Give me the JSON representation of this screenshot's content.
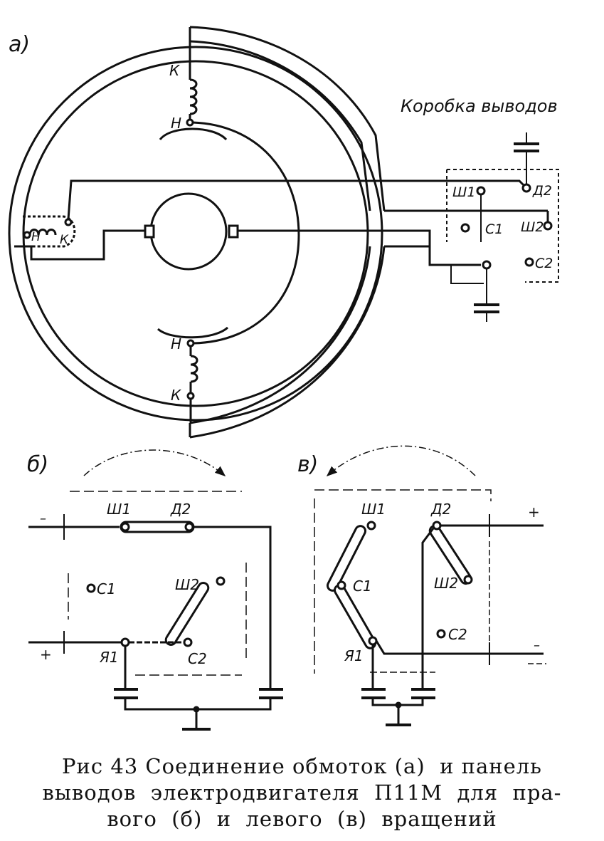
{
  "panel_a": {
    "label": "а)",
    "terminal_box_title": "Коробка выводов",
    "coil_end_top": "К",
    "coil_start_top": "Н",
    "coil_start_left": "Н",
    "coil_end_left": "К",
    "coil_start_bottom": "Н",
    "coil_end_bottom": "К",
    "t_sh1": "Ш1",
    "t_d2": "Д2",
    "t_c1": "С1",
    "t_sh2": "Ш2",
    "t_c2": "С2"
  },
  "panel_b": {
    "label": "б)",
    "t_sh1": "Ш1",
    "t_d2": "Д2",
    "t_c1": "С1",
    "t_sh2": "Ш2",
    "t_ya1": "Я1",
    "t_c2": "С2",
    "minus": "–",
    "plus": "+"
  },
  "panel_c": {
    "label": "в)",
    "t_sh1": "Ш1",
    "t_d2": "Д2",
    "t_c1": "С1",
    "t_sh2": "Ш2",
    "t_ya1": "Я1",
    "t_c2": "С2",
    "plus": "+",
    "minus": "–"
  },
  "caption": {
    "line1": "Рис 43 Соединение обмоток (а)  и панель",
    "line2": "выводов  электродвигателя  П11М  для  пра-",
    "line3": "вого  (б)  и  левого  (в)  вращений"
  }
}
